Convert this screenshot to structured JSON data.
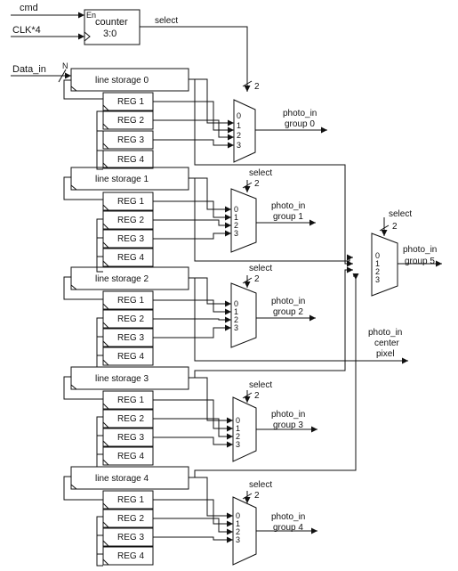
{
  "top": {
    "cmd": "cmd",
    "clk": "CLK*4",
    "en": "En",
    "counter_name": "counter",
    "counter_range": "3:0",
    "select": "select",
    "data_in": "Data_in",
    "bus_n": "N"
  },
  "common": {
    "select": "select",
    "bus2": "2",
    "mux_in": [
      "0",
      "1",
      "2",
      "3"
    ],
    "reg_labels": [
      "REG 1",
      "REG 2",
      "REG 3",
      "REG 4"
    ]
  },
  "rows": [
    {
      "line_storage": "line storage 0",
      "out_line1": "photo_in",
      "out_line2": "group 0"
    },
    {
      "line_storage": "line storage 1",
      "out_line1": "photo_in",
      "out_line2": "group 1"
    },
    {
      "line_storage": "line storage 2",
      "out_line1": "photo_in",
      "out_line2": "group 2"
    },
    {
      "line_storage": "line storage 3",
      "out_line1": "photo_in",
      "out_line2": "group 3"
    },
    {
      "line_storage": "line storage 4",
      "out_line1": "photo_in",
      "out_line2": "group 4"
    }
  ],
  "group5": {
    "out_line1": "photo_in",
    "out_line2": "group 5"
  },
  "center": {
    "line1": "photo_in",
    "line2": "center",
    "line3": "pixel"
  }
}
